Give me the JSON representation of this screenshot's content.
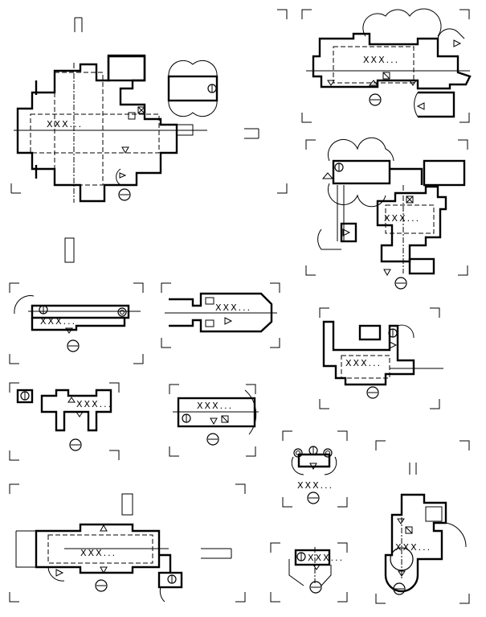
{
  "sheet": {
    "room_label": "XXX...",
    "plans": [
      {
        "id": "plan-large-cross-left"
      },
      {
        "id": "plan-top-right"
      },
      {
        "id": "plan-right-middle"
      },
      {
        "id": "plan-small-left-1"
      },
      {
        "id": "plan-small-center-1"
      },
      {
        "id": "plan-right-lower"
      },
      {
        "id": "plan-small-left-2"
      },
      {
        "id": "plan-small-center-2"
      },
      {
        "id": "plan-tiny-center"
      },
      {
        "id": "plan-right-bottom"
      },
      {
        "id": "plan-bottom-left"
      },
      {
        "id": "plan-bottom-center"
      }
    ],
    "symbols": {
      "compass": "circle-bar-icon",
      "entry": "triangle-icon",
      "wc": "square-x-icon"
    }
  }
}
